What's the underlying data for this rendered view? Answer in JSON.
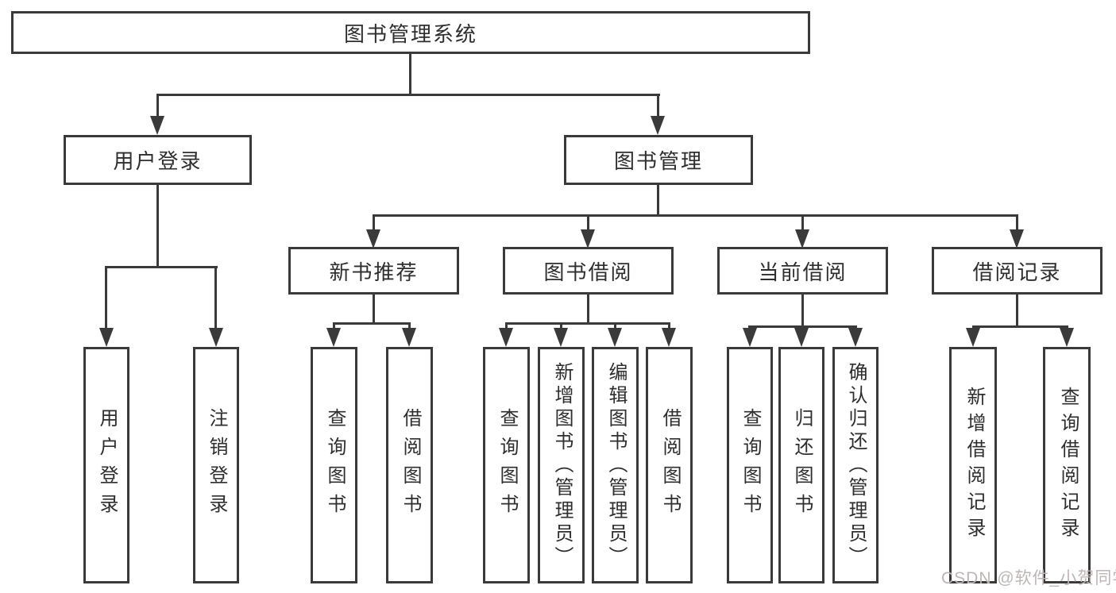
{
  "nodes": {
    "root": "图书管理系统",
    "user_login": "用户登录",
    "book_management": "图书管理",
    "new_book_recommend": "新书推荐",
    "book_borrow": "图书借阅",
    "current_borrow": "当前借阅",
    "borrow_records": "借阅记录"
  },
  "leaves": {
    "user_login": [
      "用户登录",
      "注销登录"
    ],
    "new_book_recommend": [
      "查询图书",
      "借阅图书"
    ],
    "book_borrow": [
      "查询图书",
      "新增图书（管理员）",
      "编辑图书（管理员）",
      "借阅图书"
    ],
    "current_borrow": [
      "查询图书",
      "归还图书",
      "确认归还（管理员）"
    ],
    "borrow_records": [
      "新增借阅记录",
      "查询借阅记录"
    ]
  },
  "watermark": "CSDN @软件_小贺同学",
  "colors": {
    "line": "#3a3a3a",
    "text": "#2e2e2e",
    "box_fill": "#ffffff",
    "watermark": "#bdb6b6"
  }
}
